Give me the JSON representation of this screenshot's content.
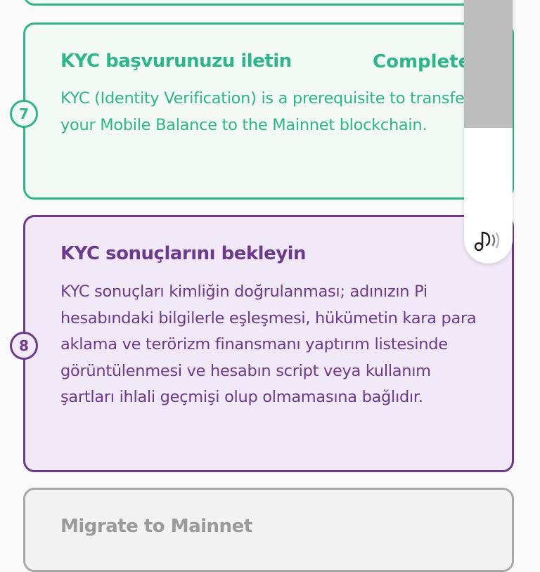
{
  "steps": [
    {
      "number": "7",
      "title": "KYC başvurunuzu iletin",
      "status": "Complete",
      "description": "KYC (Identity Verification) is a prerequisite to transfer your Mobile Balance to the Mainnet blockchain.",
      "state": "complete",
      "color": "#2bb886"
    },
    {
      "number": "8",
      "title": "KYC sonuçlarını bekleyin",
      "description": "KYC sonuçları kimliğin doğrulanması; adınızın Pi hesabındaki bilgilerle eşleşmesi, hükümetin kara para aklama ve terörizm finansmanı yaptırım listesinde görüntülenmesi ve hesabın script veya kullanım şartları ihlali geçmişi olup olmamasına bağlıdır.",
      "state": "active",
      "color": "#6b3a8f"
    },
    {
      "title": "Migrate to Mainnet",
      "state": "pending",
      "color": "#9a9a9a"
    }
  ],
  "overlay": {
    "icon": "music-note-sound-icon"
  }
}
